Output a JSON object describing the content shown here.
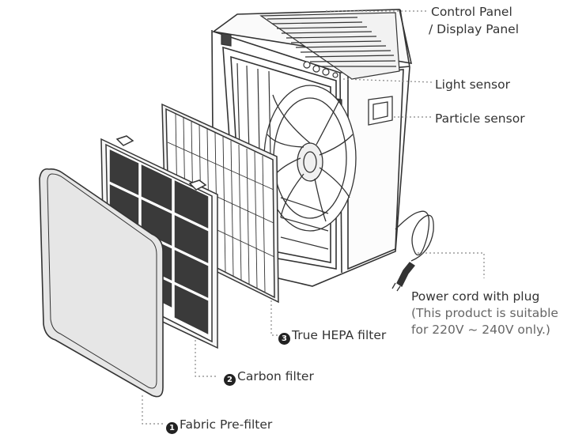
{
  "labels": {
    "control_panel_1": "Control Panel",
    "control_panel_2": "/ Display Panel",
    "light_sensor": "Light sensor",
    "particle_sensor": "Particle sensor",
    "power_cord": "Power cord with plug",
    "power_note_1": "(This product is suitable",
    "power_note_2": "for 220V ~ 240V only.)",
    "hepa_num": "3",
    "hepa": "True HEPA filter",
    "carbon_num": "2",
    "carbon": "Carbon filter",
    "prefilter_num": "1",
    "prefilter": "Fabric Pre-filter"
  },
  "colors": {
    "stroke": "#333333",
    "leader": "#888888",
    "prefilter_fill": "#e6e6e6",
    "carbon_cell": "#3a3a3a"
  }
}
